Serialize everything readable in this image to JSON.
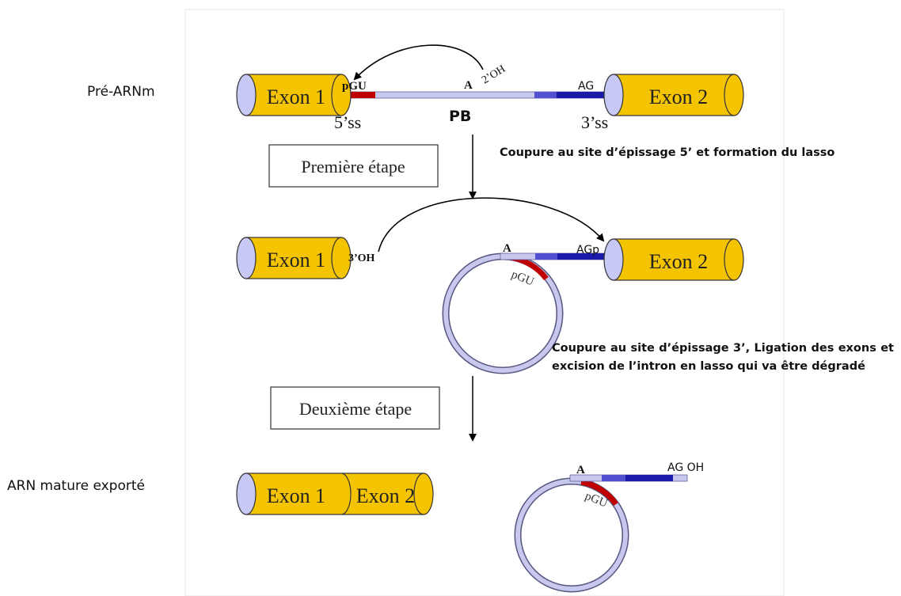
{
  "row_labels": {
    "pre_mrna": "Pré-ARNm",
    "mature": "ARN mature exporté"
  },
  "exons": {
    "exon1": "Exon 1",
    "exon2": "Exon 2"
  },
  "steps": {
    "first": "Première étape",
    "second": "Deuxième étape"
  },
  "sites": {
    "pgu": "pGU",
    "pgu_lasso": "pGU",
    "ag": "AG",
    "ag_p": "AGp",
    "ag_oh": "AG OH",
    "a": "A",
    "a_2oh": "2’OH",
    "oh_3": "3’OH",
    "ss5": "5’ss",
    "ss3": "3’ss",
    "pb": "PB"
  },
  "notes": {
    "step1": "Coupure au site d’épissage 5’ et formation du lasso",
    "step2": "Coupure au site d’épissage 3’, Ligation des exons et excision de l’intron en lasso qui va être dégradé"
  },
  "colors": {
    "exon_fill": "#F5C400",
    "exon_cap": "#C8C8F4",
    "intron": "#C8C8EE",
    "gu_red": "#C00000",
    "ag_blue": "#1A1AA8",
    "ag_mid_blue": "#5050D0"
  }
}
